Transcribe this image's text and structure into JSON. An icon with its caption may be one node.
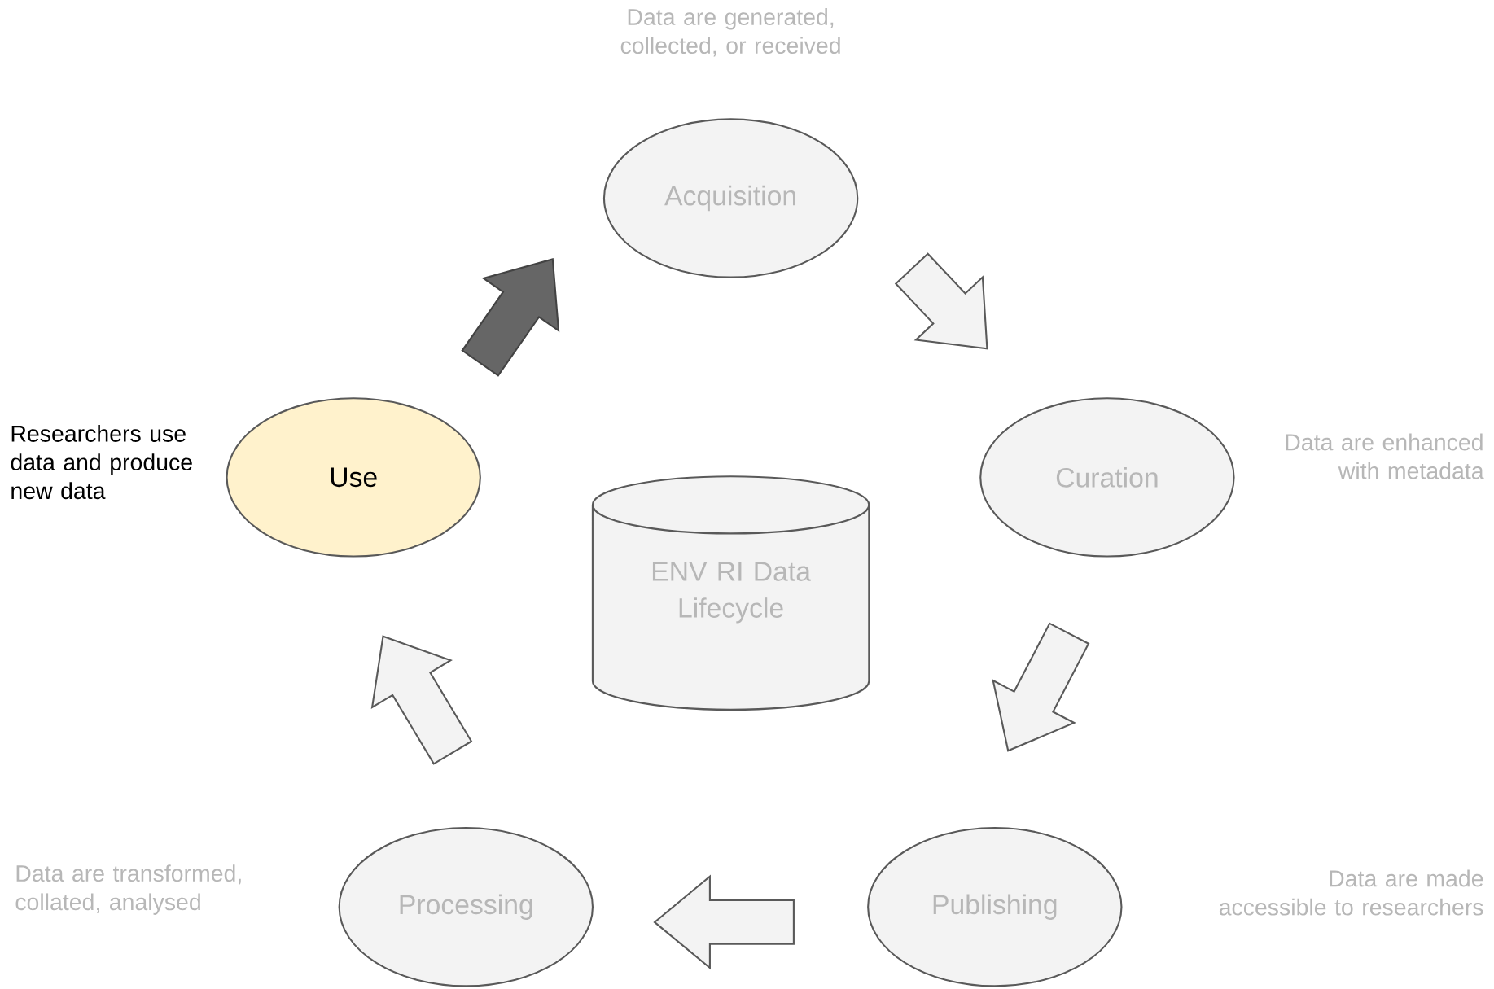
{
  "diagram": {
    "nodes": [
      {
        "text": [
          "Acquisition"
        ],
        "beside": [
          "Data are generated, collected, or received"
        ]
      },
      {
        "text": [
          "Curation"
        ],
        "beside": [
          "Data are enhanced with metadata"
        ]
      },
      {
        "text": [
          "Publishing"
        ]
      },
      {
        "text": [
          "Processing"
        ]
      },
      {
        "text": [
          "Use"
        ],
        "beside": [
          "Researchers use data and produce new data"
        ]
      },
      {
        "text": [
          "ENV RI Data Lifecycle"
        ]
      }
    ],
    "edges": [
      {
        "from": 4,
        "to": 0,
        "arrow": "to",
        "color": "#666666"
      },
      {
        "from": 0,
        "to": 1,
        "arrow": "to"
      },
      {
        "from": 1,
        "to": 2,
        "arrow": "to"
      },
      {
        "from": 2,
        "to": 3,
        "arrow": "to"
      },
      {
        "from": 3,
        "to": 4,
        "arrow": "to"
      }
    ],
    "labels": [
      "Data are transformed, collated, analysed",
      "Data are made accessible to researchers"
    ]
  }
}
